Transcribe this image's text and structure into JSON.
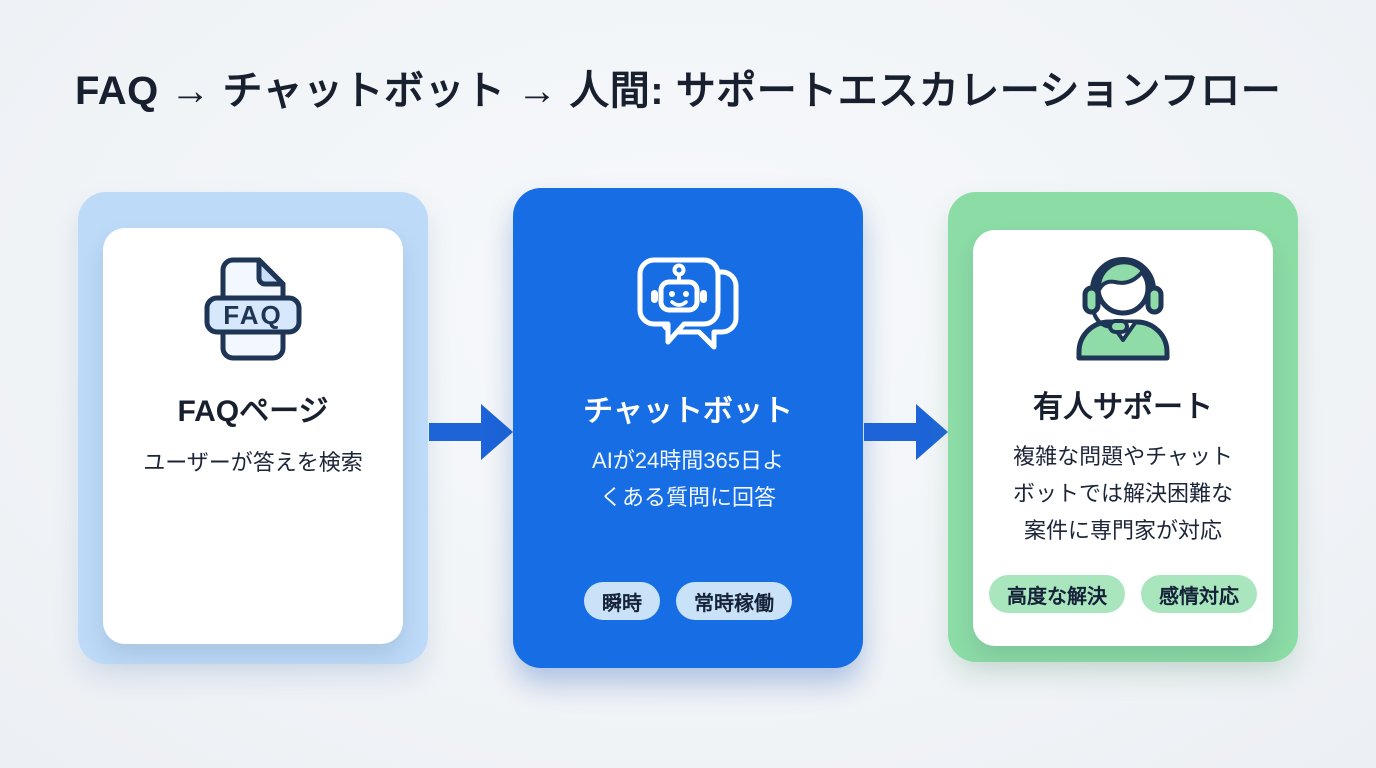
{
  "page": {
    "title": "FAQ → チャットボット → 人間: サポートエスカレーションフロー"
  },
  "colors": {
    "page_bg": "#F1F4F7",
    "title_text": "#18202F",
    "faq_container": "#BDDAF8",
    "chatbot_card": "#176EE4",
    "human_container": "#8CDCA6",
    "arrow": "#1C64D8",
    "blue_badge_bg": "#C9E2F8",
    "green_badge_bg": "#A9E6BE",
    "icon_outline": "#1E3556",
    "icon_green_fill": "#8FDCA8",
    "icon_blue_fill": "#D7E8FC"
  },
  "cards": [
    {
      "id": "faq-page",
      "title": "FAQページ",
      "description_lines": [
        "ユーザーが答えを検索"
      ],
      "icon": "faq-document-icon",
      "icon_text": "FAQ",
      "badges": []
    },
    {
      "id": "chatbot",
      "title": "チャットボット",
      "description_lines": [
        "AIが24時間365日よ",
        "くある質問に回答"
      ],
      "icon": "chatbot-icon",
      "badges": [
        "瞬時",
        "常時稼働"
      ]
    },
    {
      "id": "human-support",
      "title": "有人サポート",
      "description_lines": [
        "複雑な問題やチャット",
        "ボットでは解決困難な",
        "案件に専門家が対応"
      ],
      "icon": "support-agent-icon",
      "badges": [
        "高度な解決",
        "感情対応"
      ]
    }
  ]
}
